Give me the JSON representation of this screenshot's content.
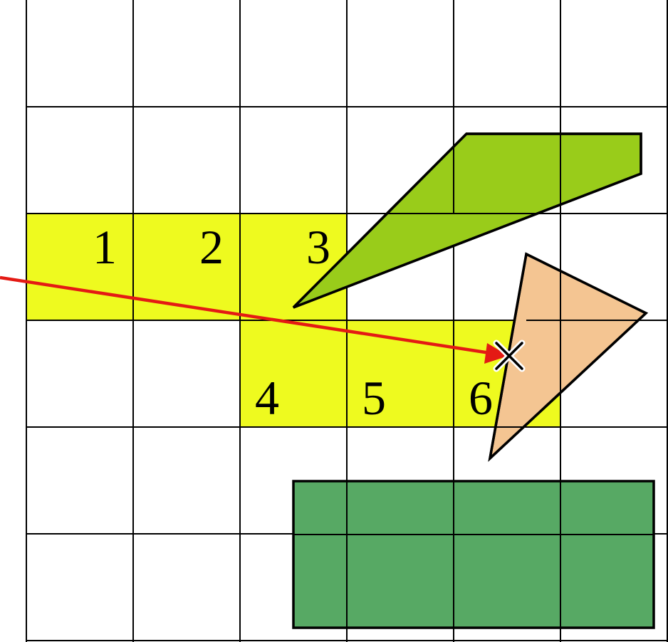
{
  "grid": {
    "columns": 6,
    "rows": 6,
    "line_color": "#000000",
    "background": "#ffffff"
  },
  "highlighted_cells": {
    "color": "#eefa1f",
    "cells": [
      {
        "label": "1",
        "col": 0,
        "row": 2
      },
      {
        "label": "2",
        "col": 1,
        "row": 2
      },
      {
        "label": "3",
        "col": 2,
        "row": 2
      },
      {
        "label": "4",
        "col": 2,
        "row": 3
      },
      {
        "label": "5",
        "col": 3,
        "row": 3
      },
      {
        "label": "6",
        "col": 4,
        "row": 3
      }
    ]
  },
  "shapes": {
    "lime_quadrilateral": {
      "color": "#99cc1a",
      "outline": "#000000"
    },
    "peach_triangle": {
      "color": "#f4c592",
      "outline": "#000000"
    },
    "green_rectangle": {
      "color": "#57a964",
      "outline": "#000000"
    }
  },
  "ray": {
    "color": "#e41a14"
  },
  "target_marker": {
    "icon": "x-cross-icon",
    "color": "#000000",
    "halo": "#ffffff"
  }
}
